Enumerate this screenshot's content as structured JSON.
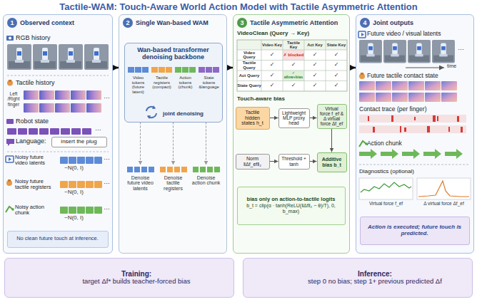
{
  "diagram": {
    "title": "Tactile-WAM: Touch-Aware World Action Model with Tactile Asymmetric Attention",
    "nodes": [
      {
        "text": [
          "1",
          "Observed context"
        ]
      },
      {
        "text": [
          "insert the plug"
        ],
        "in": 0
      },
      {
        "text": [
          "No clean future touch at inference."
        ],
        "in": 0
      },
      {
        "text": [
          "2",
          "Single Wan-based WAM"
        ]
      },
      {
        "text": [
          "Wan-based transformer denoising backbone",
          "joint denoising"
        ],
        "in": 3
      },
      {
        "text": [
          "Denoise future video latents"
        ],
        "in": 3
      },
      {
        "text": [
          "Denoise tactile registers"
        ],
        "in": 3
      },
      {
        "text": [
          "Denoise action chunk"
        ],
        "in": 3
      },
      {
        "text": [
          "3",
          "Tactile Asymmetric Attention"
        ]
      },
      {
        "text": [
          "Tactile hidden states h_t"
        ],
        "in": 8
      },
      {
        "text": [
          "Lightweight MLP proxy head"
        ],
        "in": 8
      },
      {
        "text": [
          "Virtual force f_ef & Δ virtual force Δf_ef"
        ],
        "in": 8
      },
      {
        "text": [
          "Norm ‖Δf_ef‖₂"
        ],
        "in": 8
      },
      {
        "text": [
          "Threshold + tanh"
        ],
        "in": 8
      },
      {
        "text": [
          "Additive bias b_t"
        ],
        "in": 8
      },
      {
        "text": [
          "bias only on action-to-tactile logits",
          "b_t = clip(α · tanh(ReLU(‖Δf‖₂ − θ)/T), 0, b_max)"
        ],
        "in": 8
      },
      {
        "text": [
          "4",
          "Joint outputs"
        ]
      },
      {
        "text": [
          "Action is executed; future touch is predicted."
        ],
        "in": 16
      },
      {
        "text": [
          "Training:",
          "target Δf* builds teacher-forced bias"
        ]
      },
      {
        "text": [
          "Inference:",
          "step 0 no bias; step 1+ previous predicted Δf"
        ]
      }
    ],
    "edges": [
      {
        "from": 0,
        "to": 3,
        "arrow": "to"
      },
      {
        "from": 3,
        "to": 8,
        "arrow": "to"
      },
      {
        "from": 8,
        "to": 16,
        "arrow": "to"
      },
      {
        "from": 4,
        "to": 5,
        "arrow": "to"
      },
      {
        "from": 4,
        "to": 6,
        "arrow": "to"
      },
      {
        "from": 4,
        "to": 7,
        "arrow": "to"
      },
      {
        "from": 9,
        "to": 10,
        "arrow": "to"
      },
      {
        "from": 10,
        "to": 11,
        "arrow": "to"
      },
      {
        "from": 11,
        "to": 14,
        "arrow": "to"
      },
      {
        "from": 12,
        "to": 13,
        "arrow": "to"
      },
      {
        "from": 13,
        "to": 14,
        "arrow": "to"
      }
    ],
    "labels": [
      "RGB history",
      "Tactile history",
      "Left /Right finger",
      "…",
      "Robot state",
      "…",
      "Language:",
      "Noisy future video latents",
      "…",
      "~N(0, I)",
      "Noisy future tactile registers",
      "…",
      "~N(0, I)",
      "Noisy action chunk",
      "…",
      "~N(0, I)",
      "Video tokens (future latent)",
      "Tactile registers (compact)",
      "Action tokens (chunk)",
      "State tokens &language",
      "VideoClean (Query → Key)",
      "Video Key",
      "Tactile Key",
      "Act Key",
      "State Key",
      "Video Query",
      "✓",
      "✗ blocked",
      "✓",
      "✓",
      "Tactile Query",
      "✓",
      "✓",
      "✓",
      "✓",
      "Act Query",
      "✓",
      "✓ allow+bias",
      "✓",
      "✓",
      "State Query",
      "✓",
      "✓",
      "✓",
      "✓",
      "Touch-aware bias",
      "Future video / visual latents",
      "…",
      "time",
      "Future tactile contact state",
      "Contact trace (per finger)",
      "Action chunk",
      "Diagnostics (optional)",
      "Virtual force f_ef",
      "Δ virtual force Δf_ef"
    ]
  }
}
